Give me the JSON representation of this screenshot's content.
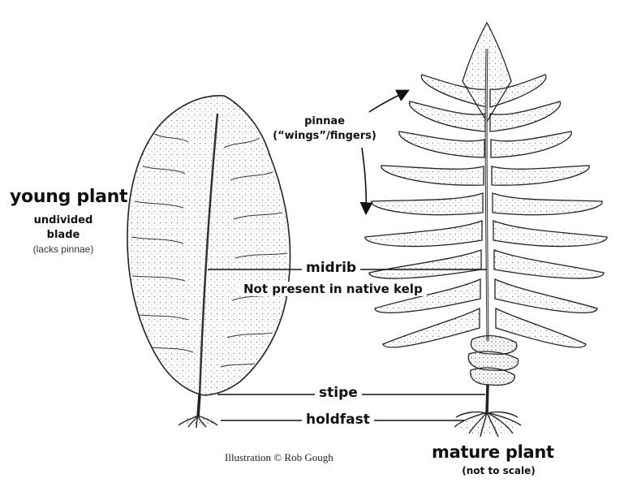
{
  "young_plant": {
    "title": "young plant",
    "line1": "undivided",
    "line2": "blade",
    "note": "(lacks pinnae)"
  },
  "pinnae": {
    "line1": "pinnae",
    "line2": "(“wings”/fingers)"
  },
  "labels": {
    "midrib": "midrib",
    "midrib_note": "Not present in native kelp",
    "stipe": "stipe",
    "holdfast": "holdfast"
  },
  "credit": "Illustration © Rob Gough",
  "mature_plant": {
    "title": "mature plant",
    "note": "(not to scale)"
  }
}
